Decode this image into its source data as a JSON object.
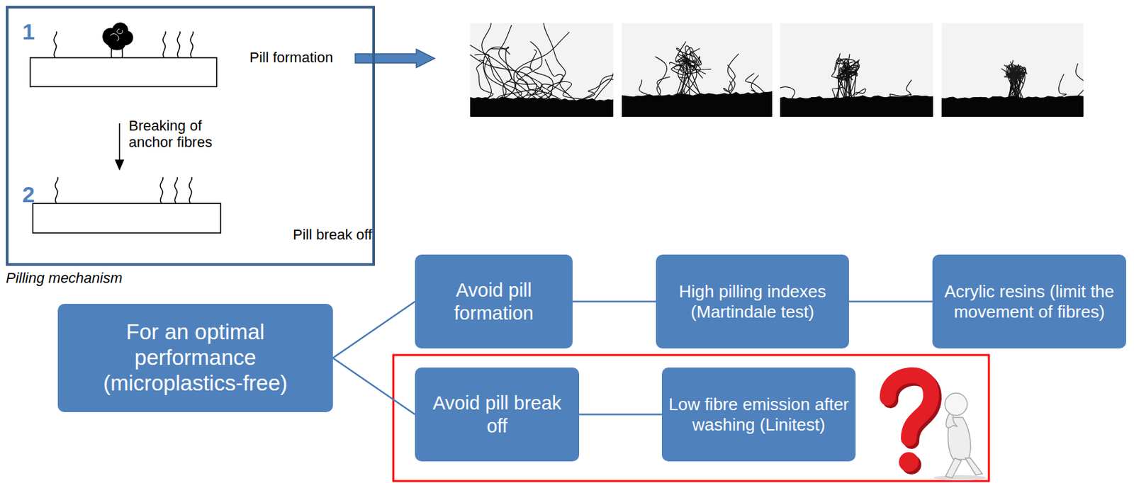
{
  "diagram": {
    "nodes": [
      {
        "text": [
          "1",
          "Pill formation",
          "Breaking of anchor fibres",
          "2",
          "Pill break off",
          "Pilling mechanism"
        ]
      },
      {
        "text": [
          "For an optimal performance (microplastics-free)"
        ]
      },
      {
        "text": [
          "Avoid pill formation"
        ]
      },
      {
        "text": [
          "High pilling indexes (Martindale test)"
        ]
      },
      {
        "text": [
          "Acrylic resins (limit the movement of fibres)"
        ]
      },
      {
        "text": [
          "Avoid pill break off"
        ]
      },
      {
        "text": [
          "Low fibre emission after washing (Linitest)"
        ]
      }
    ],
    "edges": [
      {
        "from": 1,
        "to": 2,
        "arrow": "none"
      },
      {
        "from": 2,
        "to": 3,
        "arrow": "none"
      },
      {
        "from": 3,
        "to": 4,
        "arrow": "none"
      },
      {
        "from": 1,
        "to": 5,
        "arrow": "none"
      },
      {
        "from": 5,
        "to": 6,
        "arrow": "none"
      }
    ]
  }
}
